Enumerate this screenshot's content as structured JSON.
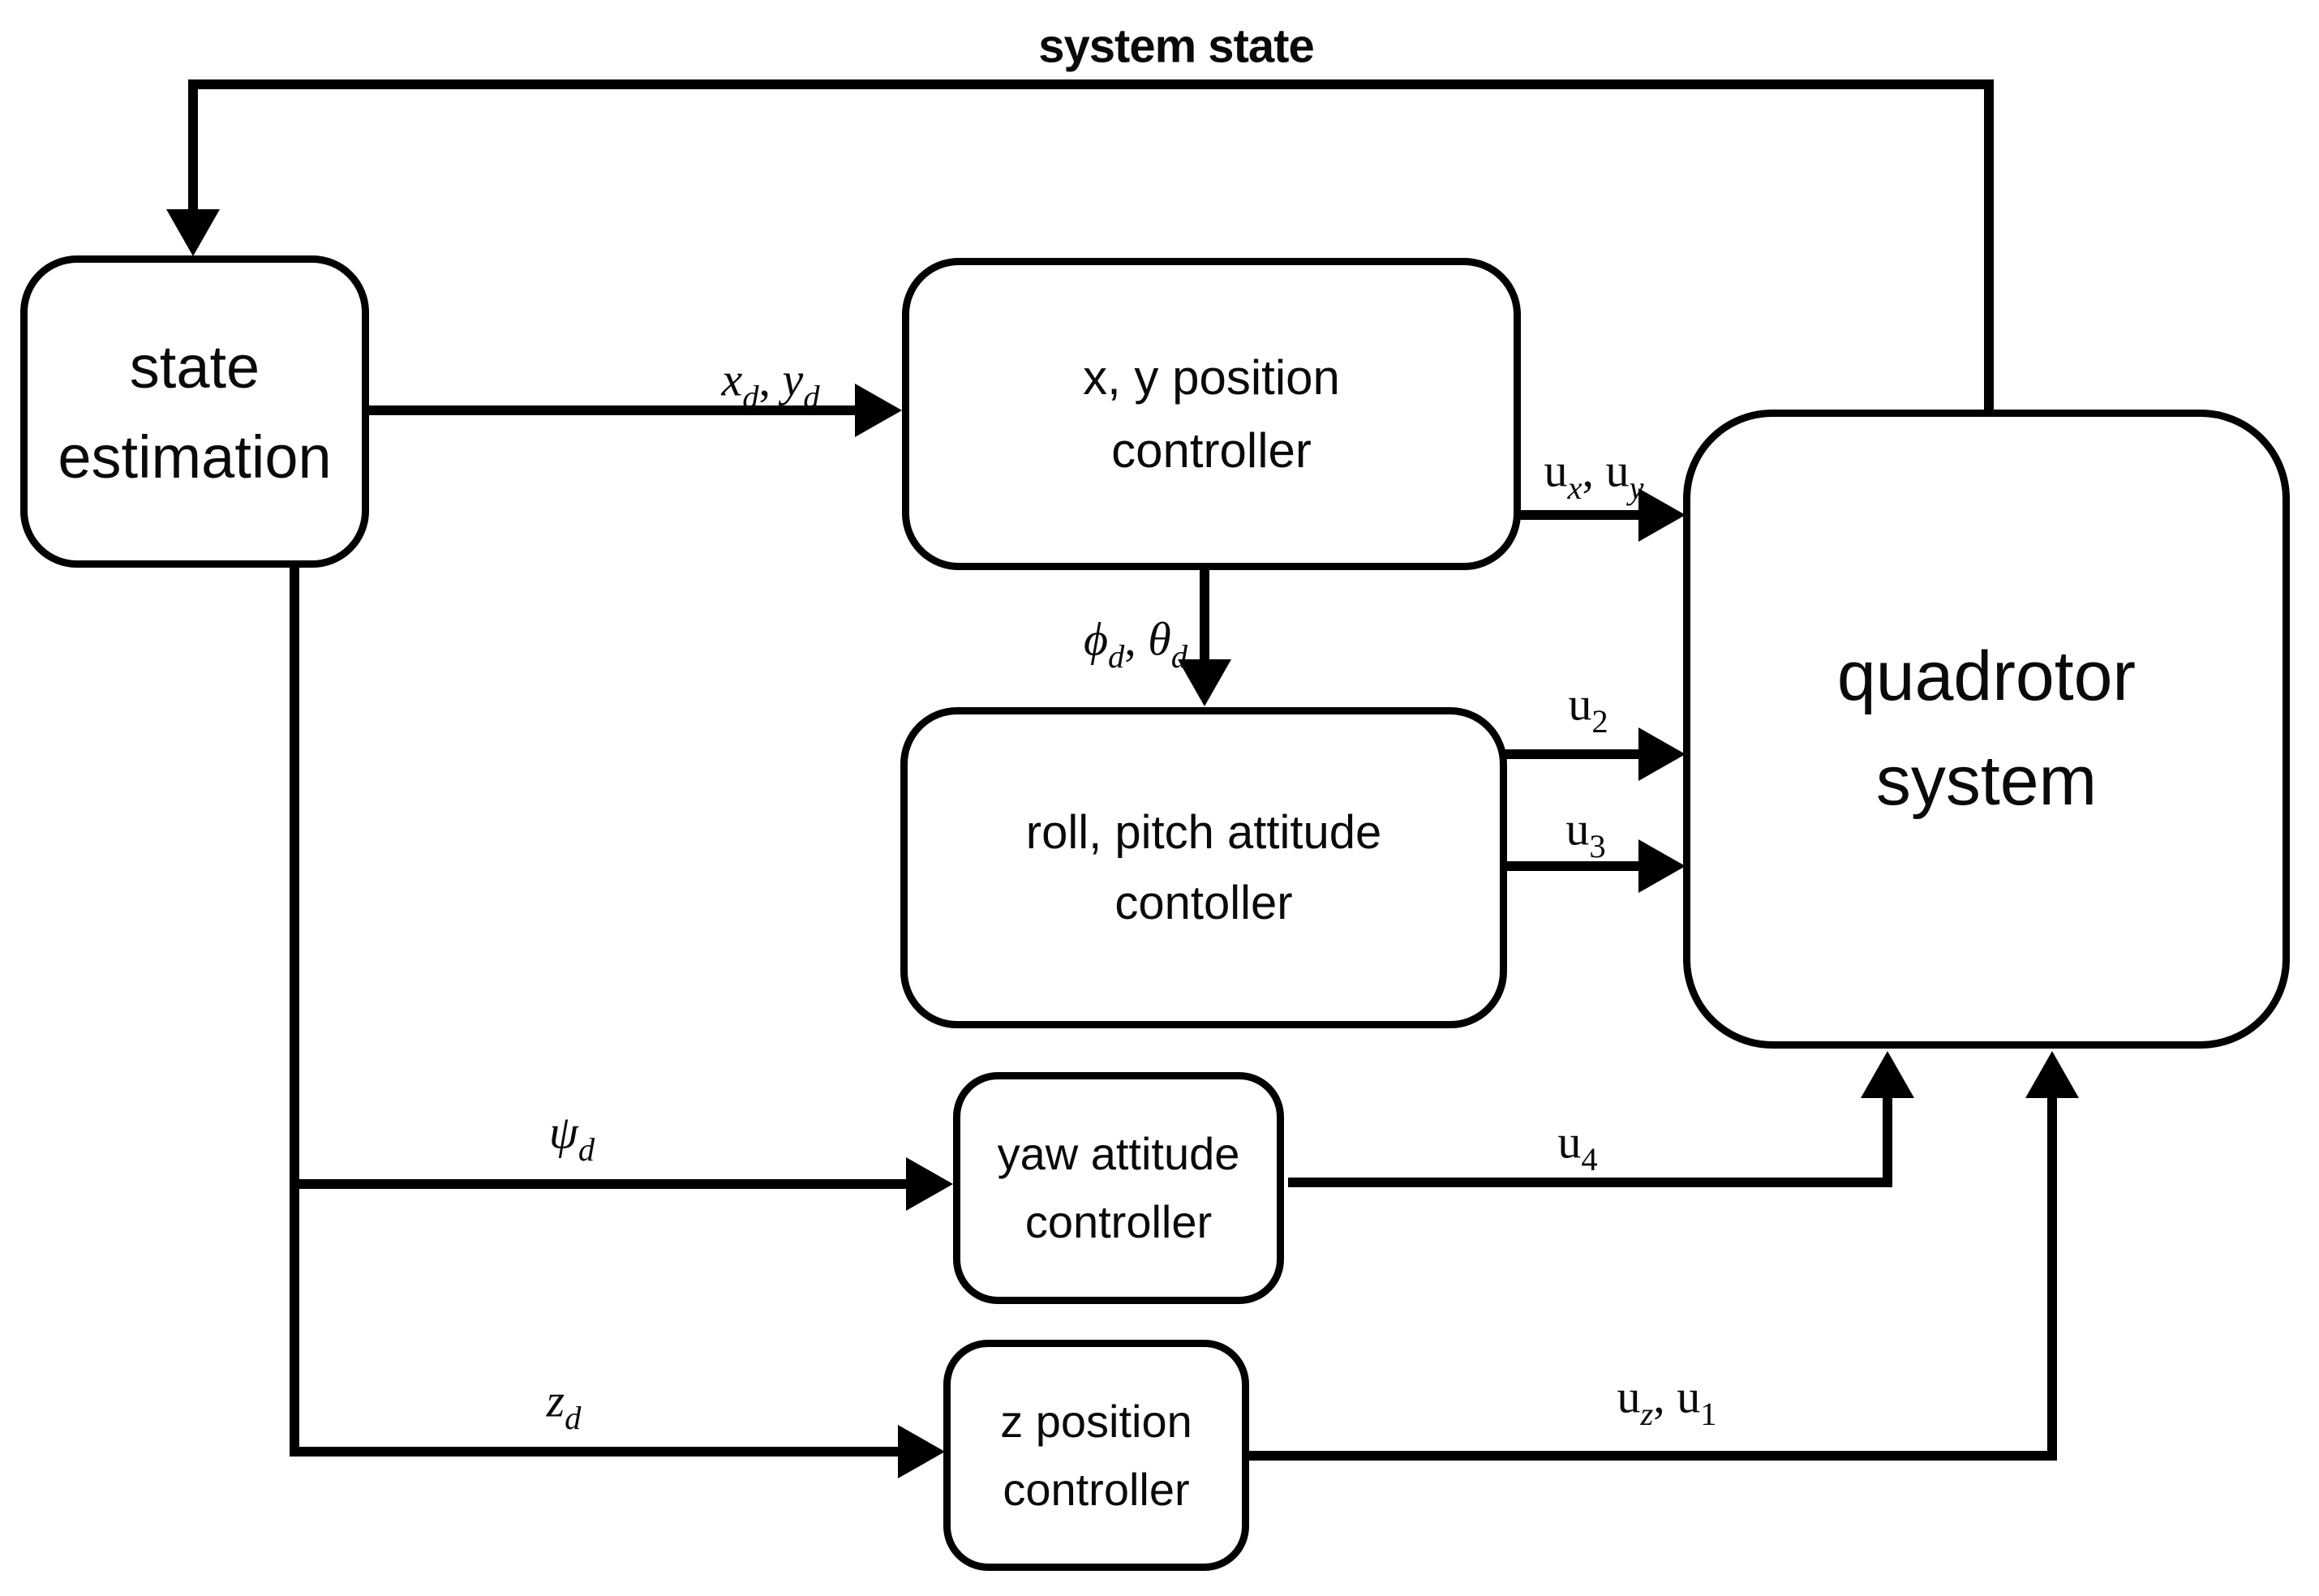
{
  "diagram": {
    "colors": {
      "line": "#000000",
      "background": "#ffffff",
      "box_fill": "#ffffff",
      "text": "#0a0a0a"
    },
    "boxes": {
      "state_estimation": {
        "line1": "state",
        "line2": "estimation"
      },
      "xy_position_controller": {
        "line1": "x, y position",
        "line2": "controller"
      },
      "roll_pitch_controller": {
        "line1": "roll, pitch attitude",
        "line2": "contoller"
      },
      "yaw_controller": {
        "line1": "yaw attitude",
        "line2": "controller"
      },
      "z_position_controller": {
        "line1": "z position",
        "line2": "controller"
      },
      "quadrotor_system": {
        "line1": "quadrotor",
        "line2": "system"
      }
    },
    "labels": {
      "system_state": "system state",
      "xd_yd": {
        "b1": "x",
        "s1": "d",
        "sep": ", ",
        "b2": "y",
        "s2": "d"
      },
      "phid_thetad": {
        "b1": "ϕ",
        "s1": "d",
        "sep": ", ",
        "b2": "θ",
        "s2": "d"
      },
      "ux_uy": {
        "b1": "u",
        "s1": "x",
        "sep": ", ",
        "b2": "u",
        "s2": "y"
      },
      "u2": {
        "b1": "u",
        "s1": "2"
      },
      "u3": {
        "b1": "u",
        "s1": "3"
      },
      "u4": {
        "b1": "u",
        "s1": "4"
      },
      "psi_d": {
        "b1": "ψ",
        "s1": "d"
      },
      "z_d": {
        "b1": "z",
        "s1": "d"
      },
      "uz_u1": {
        "b1": "u",
        "s1": "z",
        "sep": ", ",
        "b2": "u",
        "s2": "1"
      }
    }
  }
}
